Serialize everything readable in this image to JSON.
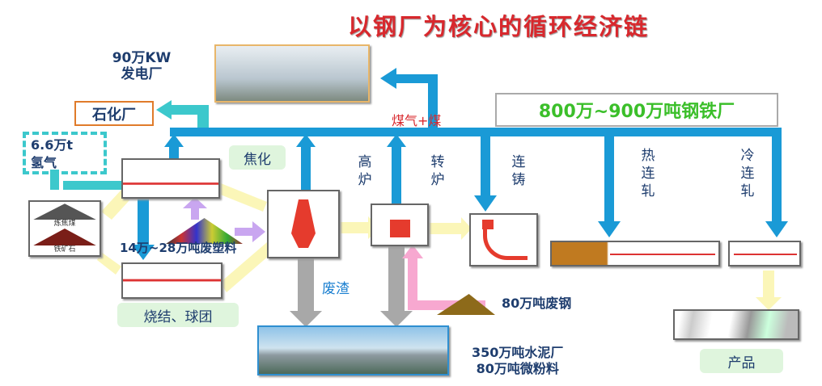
{
  "title": "以钢厂为核心的循环经济链",
  "power_plant": {
    "line1": "90万KW",
    "line2": "发电厂"
  },
  "petrochem": "石化厂",
  "hydrogen": {
    "line1": "6.6万t",
    "line2": "氢气"
  },
  "steel_plant": "800万~900万吨钢铁厂",
  "gas_coal": "煤气+煤",
  "coking": "焦化",
  "blast_furnace": "高炉",
  "converter": "转炉",
  "casting": "连铸",
  "hot_rolling": "热连轧",
  "cold_rolling": "冷连轧",
  "coal_label": "炼焦煤",
  "ore_label": "铁矿石",
  "plastic": "14万~28万吨废塑料",
  "sinter": "烧结、球团",
  "slag": "废渣",
  "scrap": "80万吨废钢",
  "cement": {
    "line1": "350万吨水泥厂",
    "line2": "80万吨微粉料"
  },
  "products": "产品",
  "colors": {
    "title": "#d8282d",
    "pipe": "#1a9ad6",
    "teal": "#3cc8cc",
    "green_text": "#3bbf2a",
    "pink": "#f7a8d0",
    "purple": "#c9a6f0",
    "yellow": "#fbf6b8",
    "gray": "#a8a8a8"
  }
}
